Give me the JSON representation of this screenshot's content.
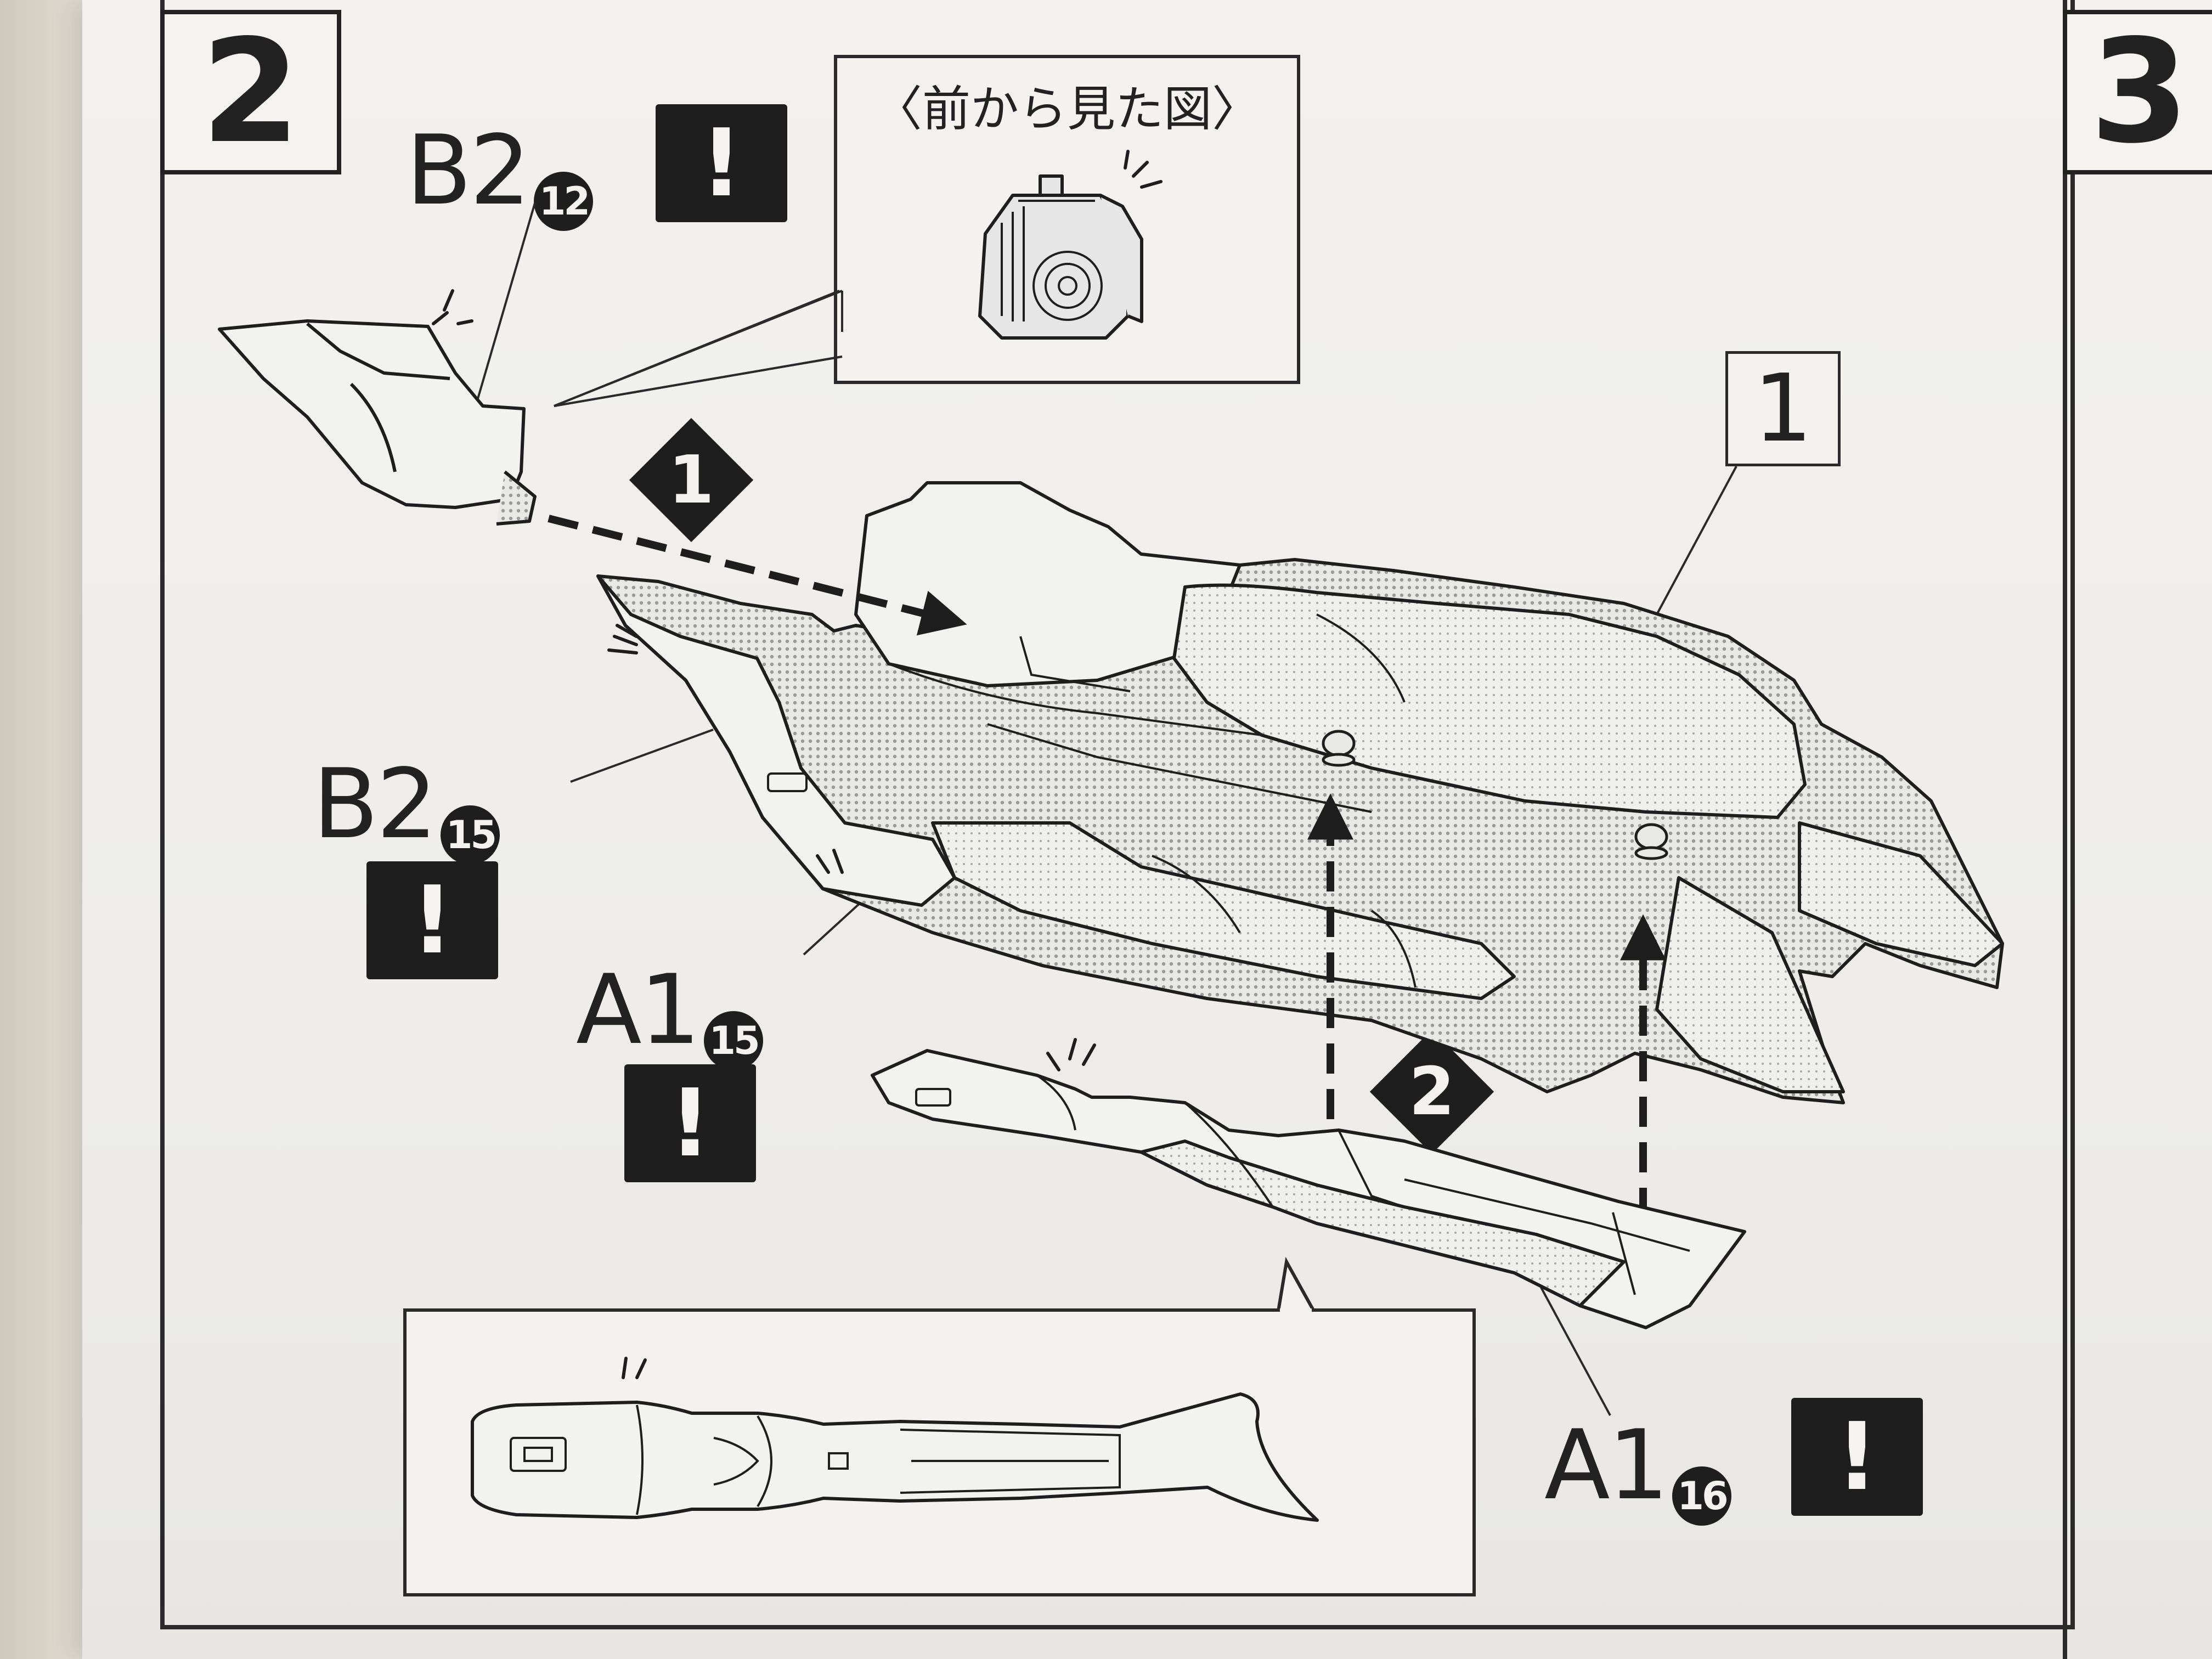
{
  "step": {
    "current": "2",
    "next": "3"
  },
  "front_view": {
    "label": "〈前から見た図〉"
  },
  "assembly_ref": {
    "label": "1"
  },
  "order": {
    "first": "1",
    "second": "2"
  },
  "callouts": [
    {
      "code": "B2",
      "num": "12",
      "warn": "!"
    },
    {
      "code": "B2",
      "num": "15",
      "warn": "!"
    },
    {
      "code": "A1",
      "num": "15",
      "warn": "!"
    },
    {
      "code": "A1",
      "num": "16",
      "warn": "!"
    }
  ],
  "colors": {
    "ink": "#1e1e1e",
    "paper": "#f2f1ee",
    "screen_tone": "#bdbdbd"
  }
}
